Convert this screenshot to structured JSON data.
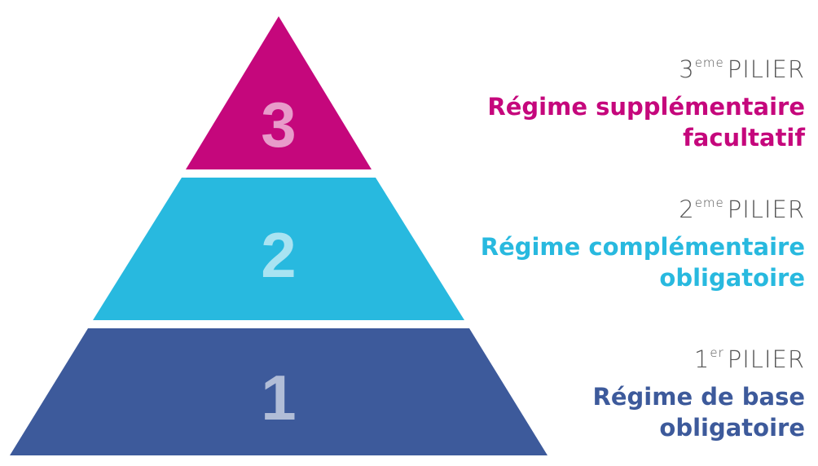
{
  "tiers": [
    {
      "number": "3",
      "ordinal_num": "3",
      "ordinal_sup": "eme",
      "title_word": "PILIER",
      "desc_line1": "Régime supplémentaire",
      "desc_line2": "facultatif",
      "color": "#c5077c"
    },
    {
      "number": "2",
      "ordinal_num": "2",
      "ordinal_sup": "eme",
      "title_word": "PILIER",
      "desc_line1": "Régime complémentaire",
      "desc_line2": "obligatoire",
      "color": "#28b9df"
    },
    {
      "number": "1",
      "ordinal_num": "1",
      "ordinal_sup": "er",
      "title_word": "PILIER",
      "desc_line1": "Régime de base",
      "desc_line2": "obligatoire",
      "color": "#3d5a9b"
    }
  ]
}
